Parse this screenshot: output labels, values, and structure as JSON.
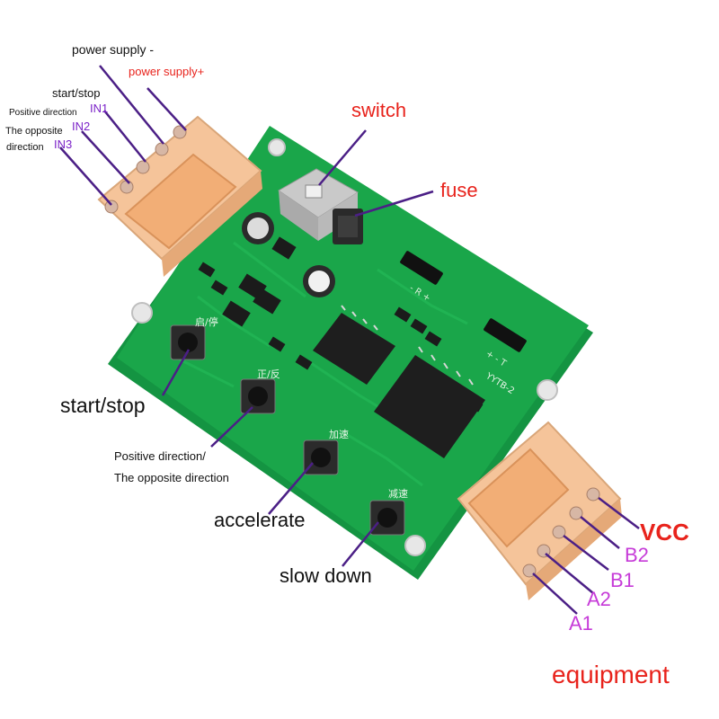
{
  "labels": {
    "power_minus": "power supply -",
    "power_plus": "power supply+",
    "start_stop_top": "start/stop",
    "in1": "IN1",
    "positive_direction_small": "Positive direction",
    "in2": "IN2",
    "opposite_line1": "The opposite",
    "opposite_line2": "direction",
    "in3": "IN3",
    "switch": "switch",
    "fuse": "fuse",
    "start_stop_button": "start/stop",
    "pos_dir_line1": "Positive direction/",
    "pos_dir_line2": "The opposite direction",
    "accelerate": "accelerate",
    "slow_down": "slow down",
    "vcc": "VCC",
    "b2": "B2",
    "b1": "B1",
    "a2": "A2",
    "a1": "A1",
    "equipment": "equipment"
  },
  "board": {
    "model": "YYTB-2",
    "button_start_stop": "启/停",
    "button_direction": "正/反",
    "button_accel": "加速",
    "button_decel": "减速",
    "pin_header_left": "+ - T",
    "pin_header_right": "- R +"
  },
  "colors": {
    "pcb": "#1aa64a",
    "connector": "#f5c49a",
    "label_red": "#e8231c",
    "label_purple": "#7b22c8",
    "label_magenta": "#c63bd8",
    "pointer_line": "#4b1f86"
  }
}
